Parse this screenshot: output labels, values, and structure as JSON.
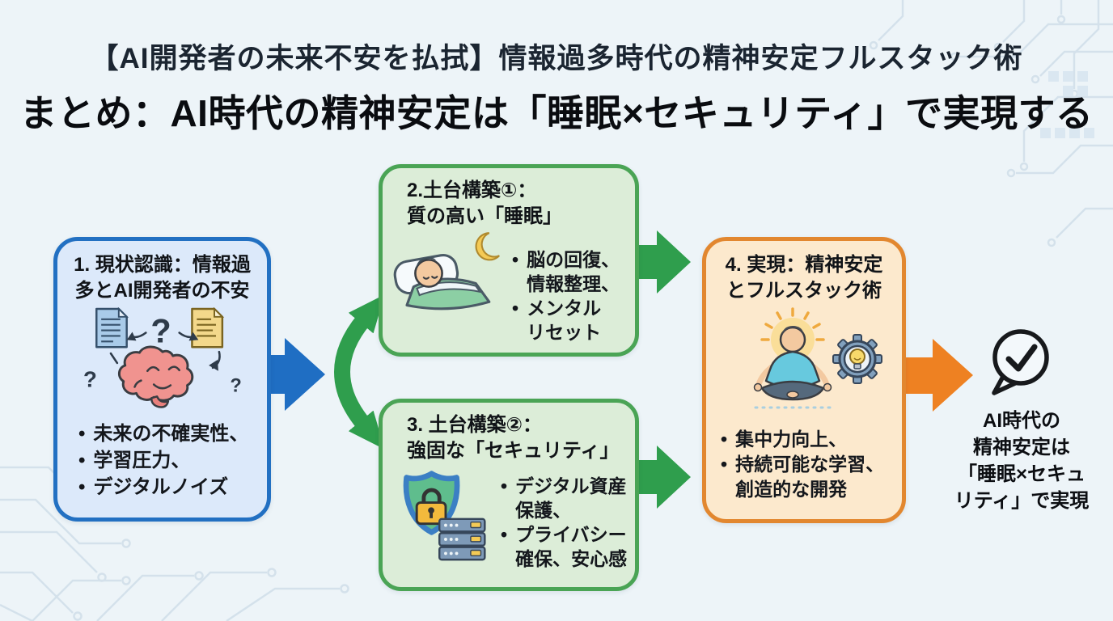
{
  "title": {
    "line1": "【AI開発者の未来不安を払拭】情報過多時代の精神安定フルスタック術",
    "line2": "まとめ：AI時代の精神安定は「睡眠×セキュリティ」で実現する"
  },
  "boxes": [
    {
      "number": "1",
      "title": "1. 現状認識：情報過\n多とAI開発者の不安",
      "icon": "brain-overload-icon",
      "bullets": [
        "未来の不確実性、",
        "学習圧力、",
        "デジタルノイズ"
      ],
      "border_color": "#2270c2",
      "fill_color": "#dce9fa"
    },
    {
      "number": "2",
      "title": "2.土台構築①：\n質の高い「睡眠」",
      "icon": "sleeping-person-moon-icon",
      "bullets": [
        "脳の回復、\n情報整理、",
        "メンタル\nリセット"
      ],
      "border_color": "#4aa455",
      "fill_color": "#dcedd8"
    },
    {
      "number": "3",
      "title": "3. 土台構築②：\n強固な「セキュリティ」",
      "icon": "shield-lock-server-icon",
      "bullets": [
        "デジタル資産\n保護、",
        "プライバシー\n確保、安心感"
      ],
      "border_color": "#4aa455",
      "fill_color": "#dcedd8"
    },
    {
      "number": "4",
      "title": "4. 実現：精神安定\nとフルスタック術",
      "icon": "meditation-gear-bulb-icon",
      "bullets": [
        "集中力向上、",
        "持続可能な学習、\n創造的な開発"
      ],
      "border_color": "#e2872f",
      "fill_color": "#fce9cd"
    }
  ],
  "result": {
    "icon": "speech-bubble-check-icon",
    "text": "AI時代の\n精神安定は\n「睡眠×セキュ\nリティ」で実現"
  },
  "arrows": [
    {
      "name": "arrow-box1-to-cycle",
      "direction": "right",
      "color": "#1f6ec3"
    },
    {
      "name": "arrow-cycle-box2-box3",
      "direction": "bidirectional-curved",
      "color": "#2f9e4d"
    },
    {
      "name": "arrow-box2-to-box4",
      "direction": "right",
      "color": "#2f9e4d"
    },
    {
      "name": "arrow-box3-to-box4",
      "direction": "right",
      "color": "#2f9e4d"
    },
    {
      "name": "arrow-box4-to-result",
      "direction": "right",
      "color": "#ee8122"
    }
  ],
  "colors": {
    "background": "#edf4f8",
    "title_text": "#1b2531",
    "body_text": "#101317",
    "circuit_trace": "#d2e0ea"
  }
}
